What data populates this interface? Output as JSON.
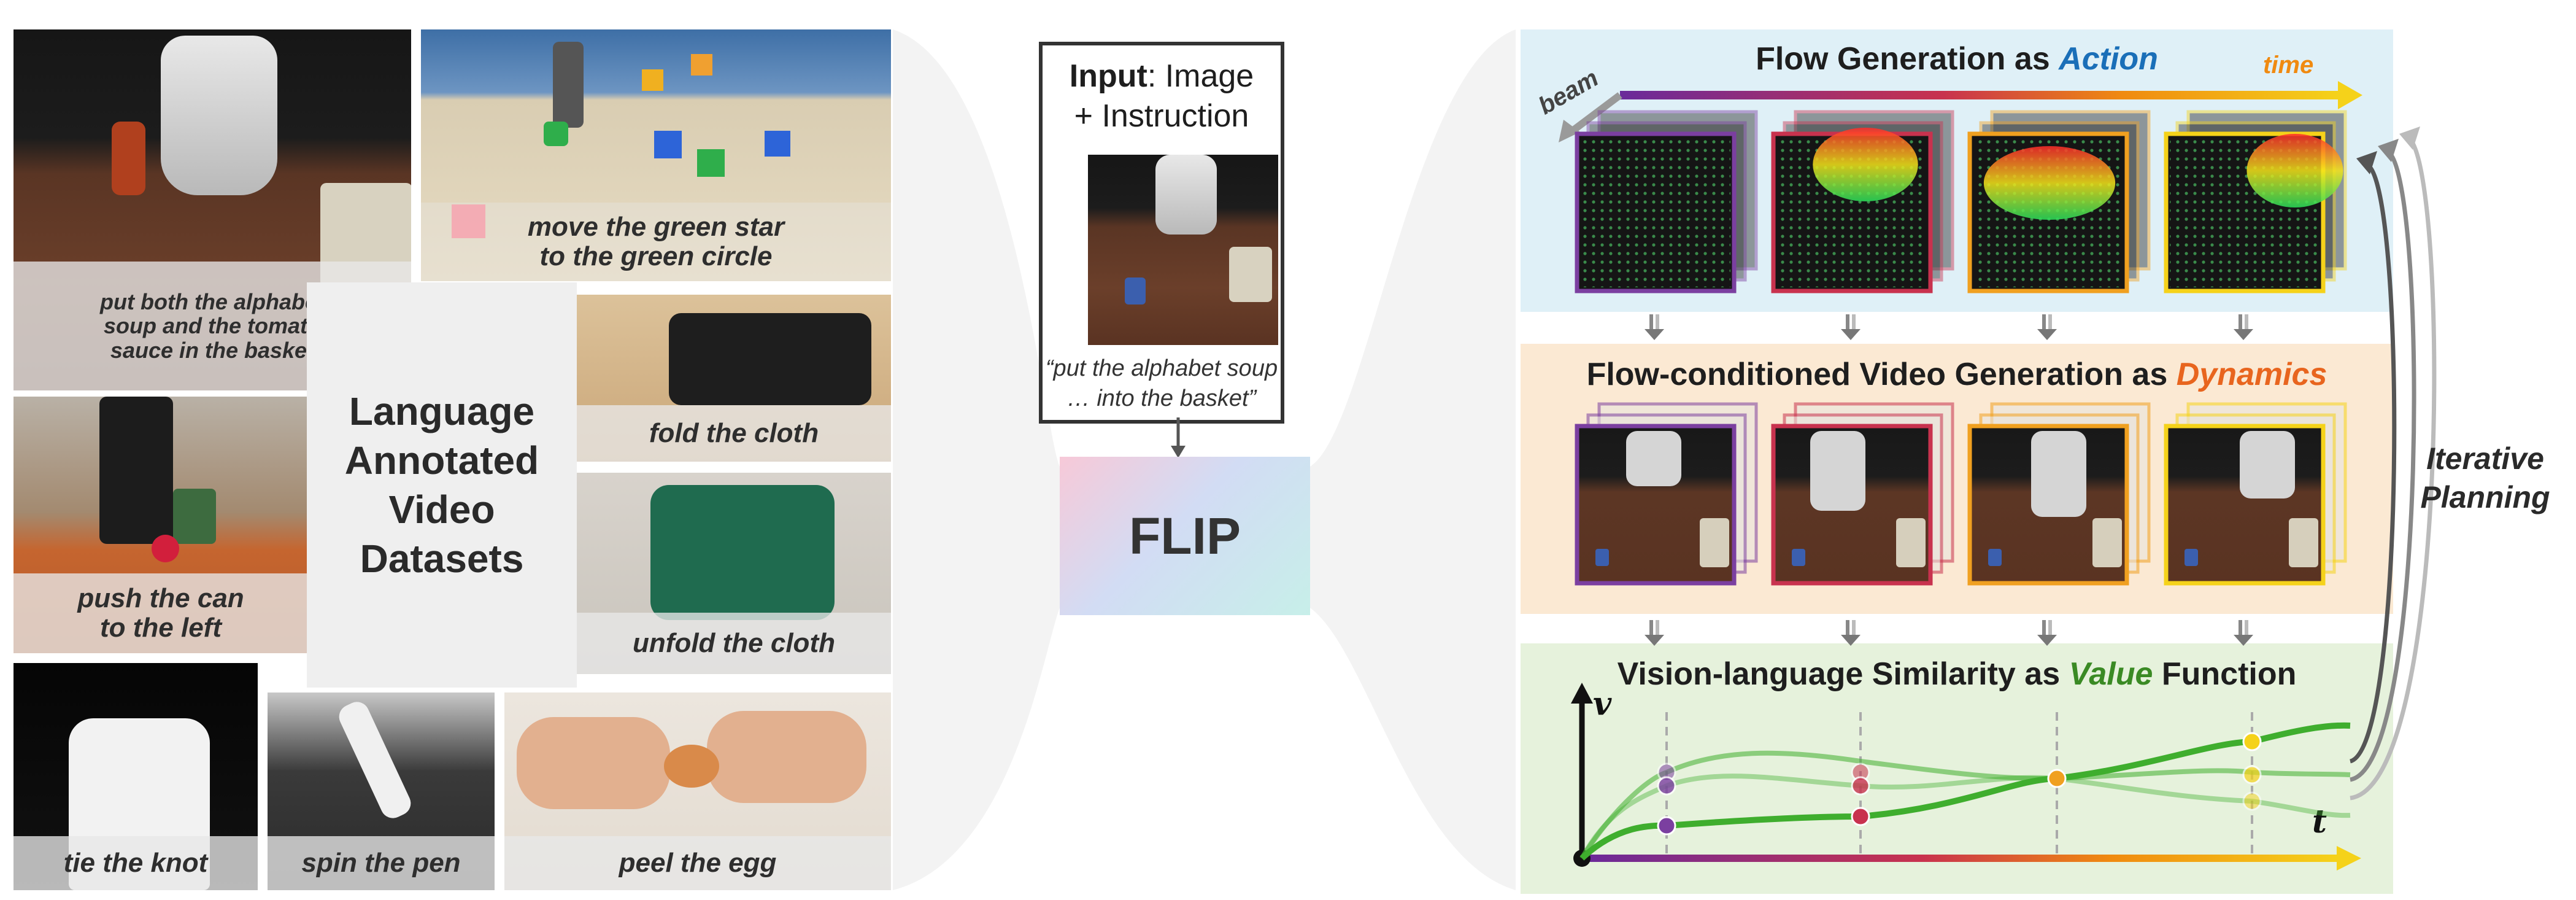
{
  "datasets": {
    "title_lines": [
      "Language",
      "Annotated",
      "Video",
      "Datasets"
    ],
    "captions": {
      "put_soup": [
        "put both the alphabet",
        "soup and the tomato",
        "sauce in the basket"
      ],
      "move_star": [
        "move the green star",
        "to the green circle"
      ],
      "fold": "fold the cloth",
      "push_can": [
        "push the can",
        "to the left"
      ],
      "unfold": "unfold the cloth",
      "tie_knot": "tie the knot",
      "spin_pen": "spin the pen",
      "peel_egg": "peel the egg"
    }
  },
  "input": {
    "label_bold": "Input",
    "label_rest": ": Image",
    "label_line2": "+ Instruction",
    "instruction_line1": "“put the alphabet soup",
    "instruction_line2": "… into the basket”"
  },
  "flip": {
    "label": "FLIP"
  },
  "action_panel": {
    "title_prefix": "Flow Generation as ",
    "title_highlight": "Action",
    "beam_label": "beam",
    "time_label": "time"
  },
  "dynamics_panel": {
    "title_prefix": "Flow-conditioned Video Generation as ",
    "title_highlight": "Dynamics"
  },
  "value_panel": {
    "title_prefix": "Vision-language Similarity as ",
    "title_highlight": "Value",
    "title_suffix": " Function",
    "y_axis_label": "v",
    "x_axis_label": "t"
  },
  "iterative": {
    "line1": "Iterative",
    "line2": "Planning"
  },
  "colors": {
    "purple": "#7b3fa0",
    "red": "#c8324e",
    "orange": "#f0a020",
    "yellow": "#f5d21a",
    "action_bg": "#dff0f7",
    "dynamics_bg": "#fbe9d3",
    "value_bg": "#e6f2dc",
    "curve_green": "#3fae2e"
  }
}
